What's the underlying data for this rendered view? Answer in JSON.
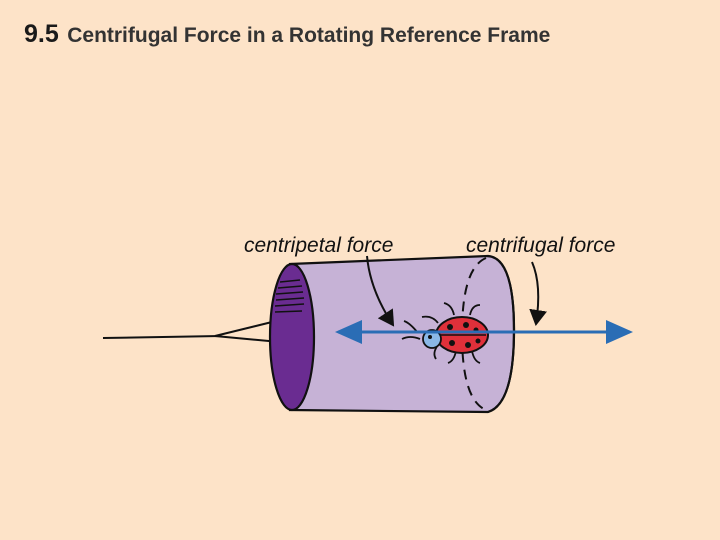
{
  "title": {
    "number": "9.5",
    "text": "Centrifugal Force in a Rotating Reference Frame"
  },
  "labels": {
    "centripetal": "centripetal force",
    "centrifugal": "centrifugal force"
  },
  "colors": {
    "background": "#fde3c8",
    "cylinder_body": "#c6b2d6",
    "cylinder_end": "#6a2c91",
    "force_arrow": "#2a6db5",
    "ladybug_body": "#e0303a",
    "ladybug_head": "#8ab8e6"
  }
}
